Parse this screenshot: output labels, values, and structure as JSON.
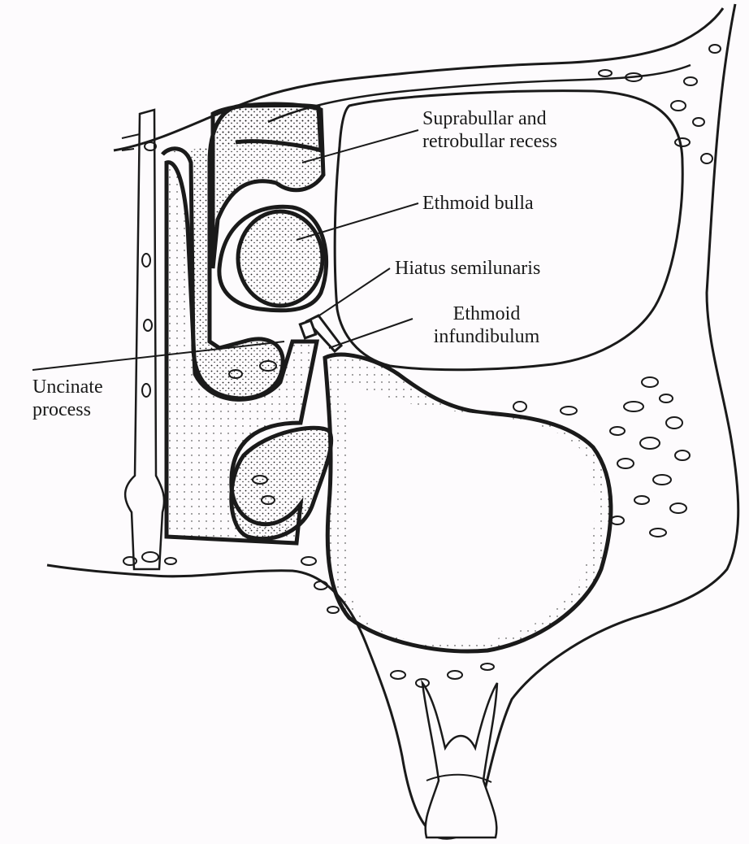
{
  "labels": {
    "suprabullar": [
      "Suprabullar and",
      "retrobullar recess"
    ],
    "ethmoid_bulla": "Ethmoid bulla",
    "hiatus": "Hiatus semilunaris",
    "infundibulum": [
      "Ethmoid",
      "infundibulum"
    ],
    "uncinate": [
      "Uncinate",
      "process"
    ]
  },
  "colors": {
    "ink": "#1a1a1a",
    "paper": "#fdfbfd"
  }
}
